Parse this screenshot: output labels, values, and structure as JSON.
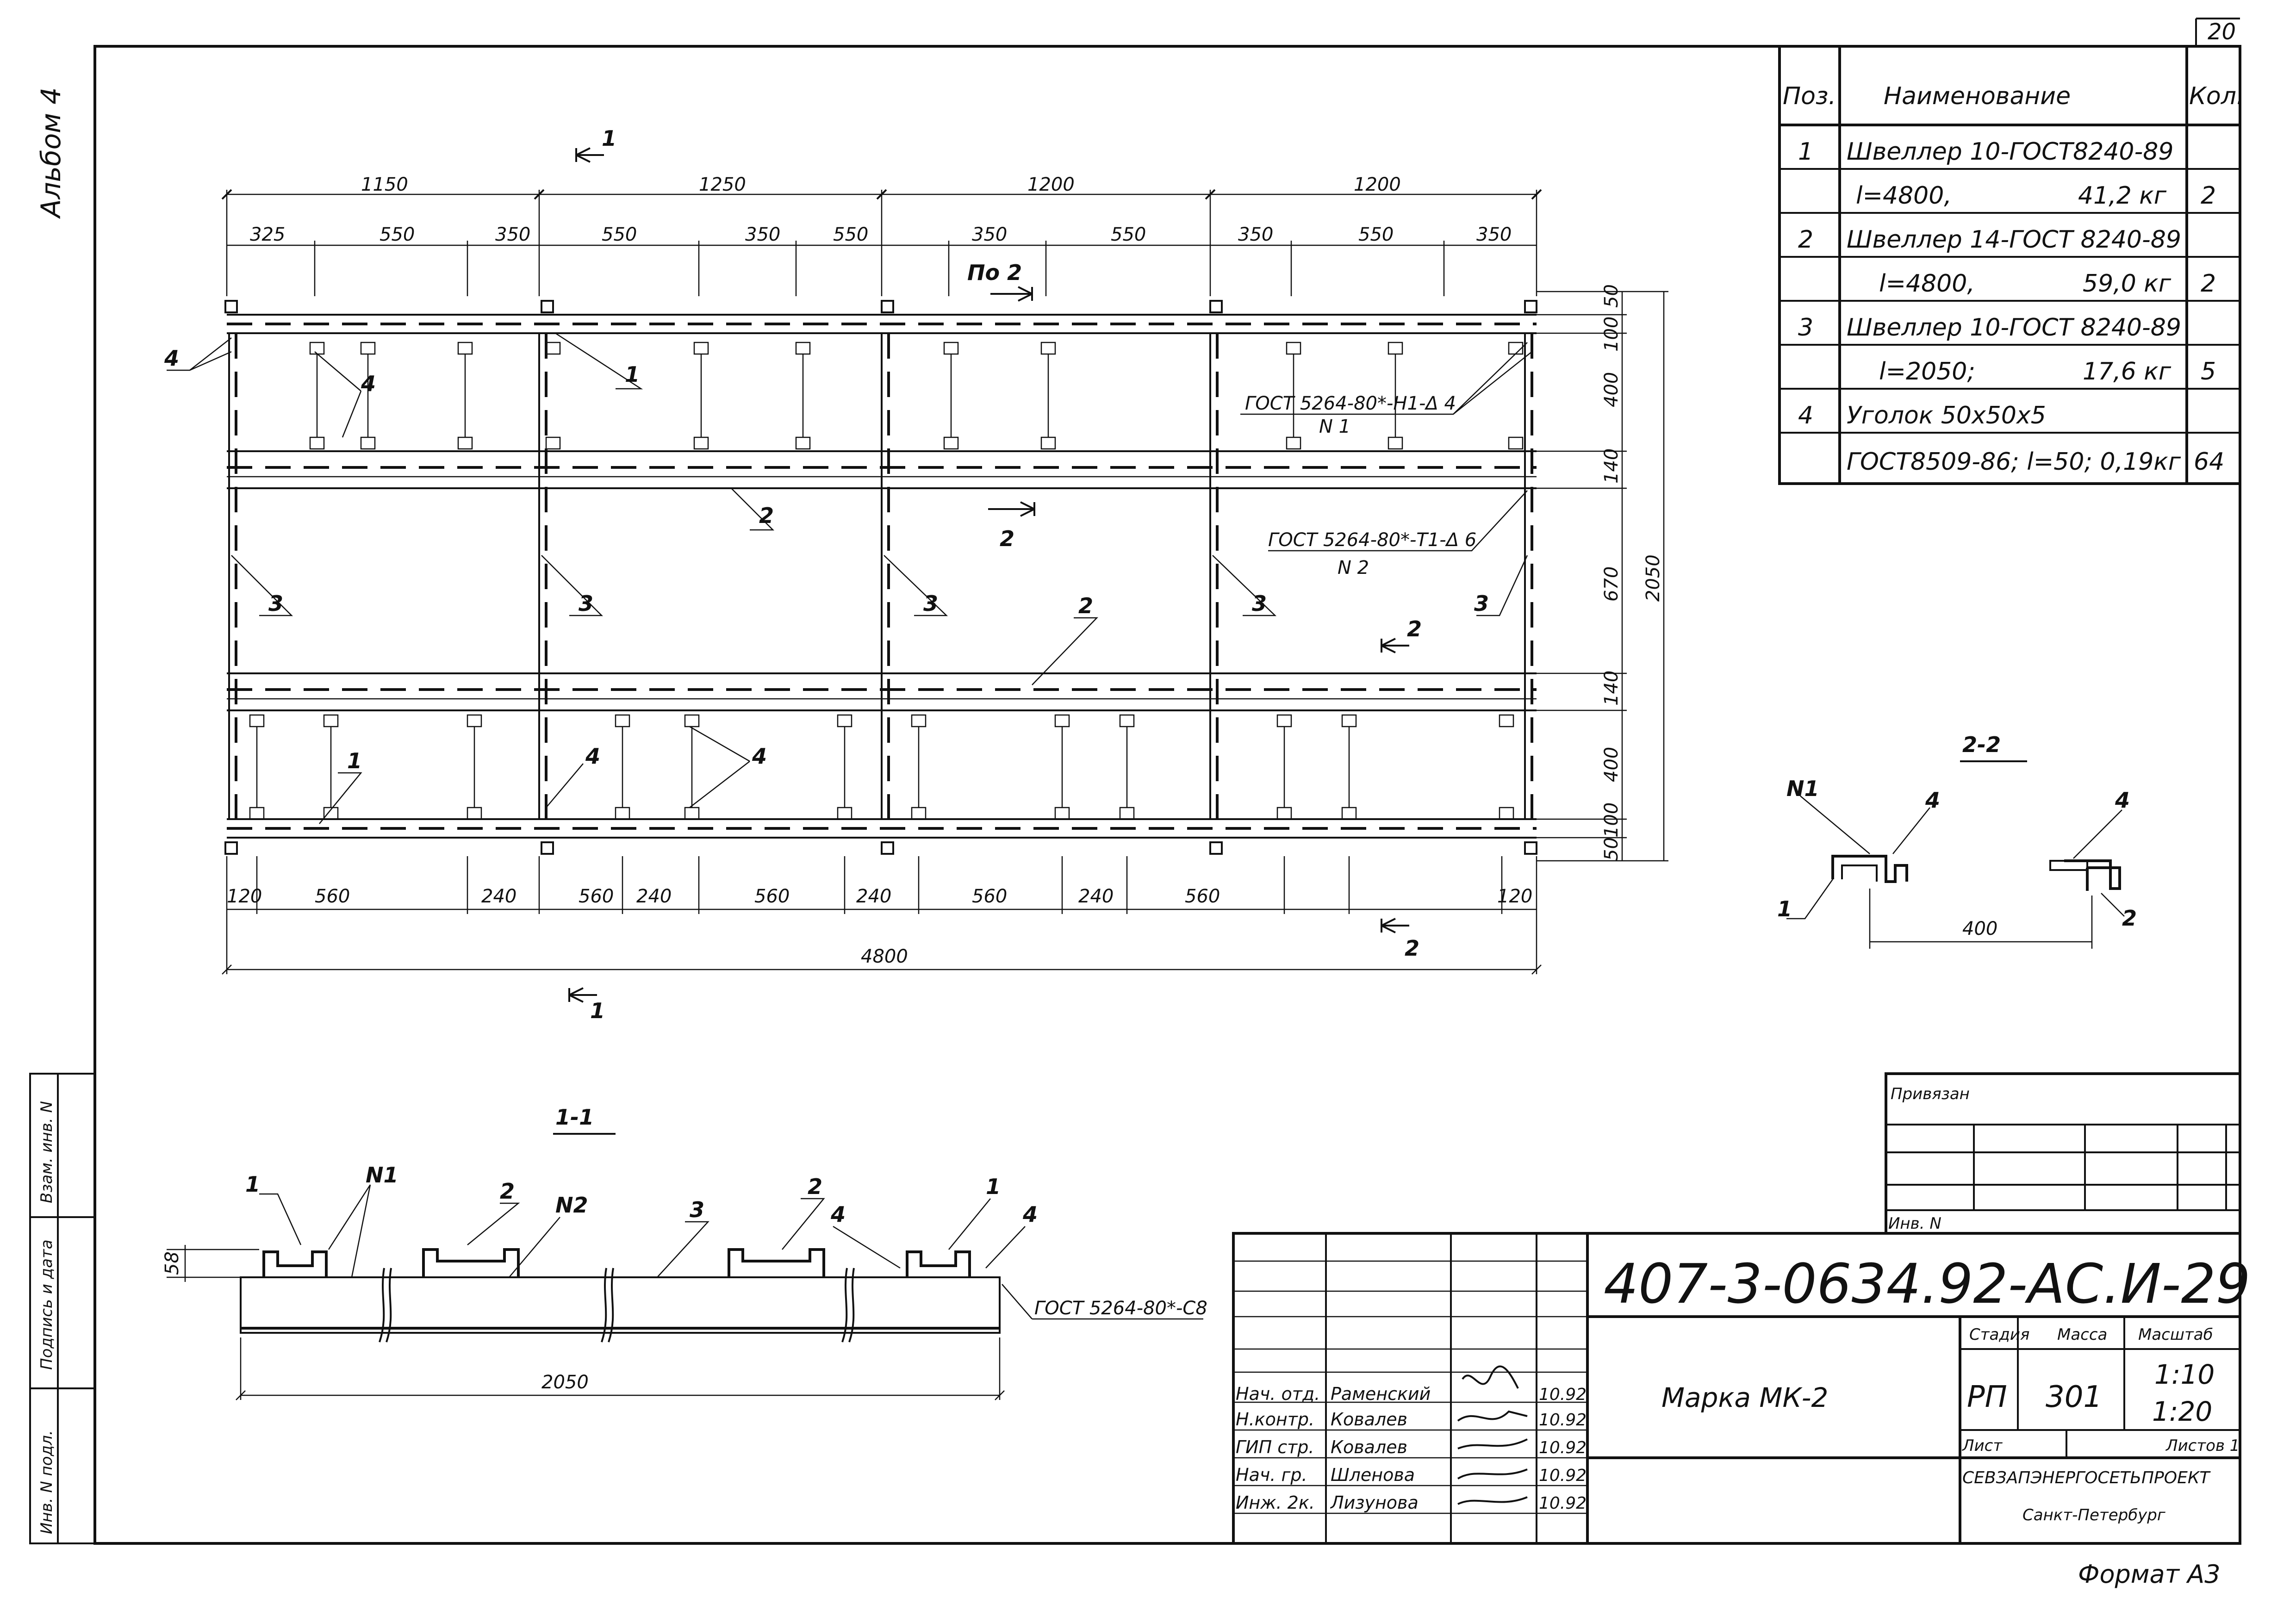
{
  "album_label": "Альбом 4",
  "sheet_number": "20",
  "format": "Формат А3",
  "left_strip": [
    "Взам. инв. N",
    "Подпись и дата",
    "Инв. N подл."
  ],
  "spec": {
    "headers": [
      "Поз.",
      "Наименование",
      "Кол."
    ],
    "rows": [
      {
        "pos": "1",
        "name": "Швеллер 10-ГОСТ8240-89",
        "qty": ""
      },
      {
        "pos": "",
        "name": "l=4800,",
        "weight": "41,2 кг",
        "qty": "2"
      },
      {
        "pos": "2",
        "name": "Швеллер 14-ГОСТ 8240-89",
        "qty": ""
      },
      {
        "pos": "",
        "name": "l=4800,",
        "weight": "59,0 кг",
        "qty": "2"
      },
      {
        "pos": "3",
        "name": "Швеллер 10-ГОСТ 8240-89",
        "qty": ""
      },
      {
        "pos": "",
        "name": "l=2050;",
        "weight": "17,6 кг",
        "qty": "5"
      },
      {
        "pos": "4",
        "name": "Уголок 50х50х5",
        "qty": ""
      },
      {
        "pos": "",
        "name": "ГОСТ8509-86; l=50; 0,19кг",
        "qty": "64"
      }
    ]
  },
  "plan": {
    "top_dims_1": [
      "1150",
      "1250",
      "1200",
      "1200"
    ],
    "top_dims_2": [
      "325",
      "550",
      "350",
      "550",
      "350",
      "550",
      "350",
      "550",
      "350",
      "550",
      "350"
    ],
    "bottom_dims": [
      "120",
      "560",
      "240",
      "560",
      "240",
      "560",
      "240",
      "560",
      "240",
      "560",
      "120"
    ],
    "total_dim": "4800",
    "right_dims": [
      "50",
      "100",
      "400",
      "140",
      "670",
      "140",
      "400",
      "100",
      "50"
    ],
    "right_total": "2050",
    "weld_note_1": "ГОСТ 5264-80*-Н1-Δ 4",
    "weld_mark_1": "N 1",
    "weld_note_2": "ГОСТ 5264-80*-Т1-Δ 6",
    "weld_mark_2": "N 2",
    "view_label": "По 2",
    "section_marks": [
      "1",
      "1",
      "2",
      "2",
      "2"
    ],
    "pos_labels": [
      "4",
      "4",
      "1",
      "2",
      "3",
      "3",
      "3",
      "3",
      "3",
      "2",
      "1",
      "4",
      "4",
      "4"
    ]
  },
  "section_11": {
    "title": "1-1",
    "height_dim": "58",
    "width_dim": "2050",
    "weld_note": "ГОСТ 5264-80*-С8",
    "labels": [
      "1",
      "N1",
      "2",
      "N2",
      "3",
      "2",
      "4",
      "1",
      "4"
    ]
  },
  "section_22": {
    "title": "2-2",
    "dim": "400",
    "labels": [
      "N1",
      "4",
      "1",
      "4",
      "2"
    ]
  },
  "title_block": {
    "privyazan": "Привязан",
    "inv": "Инв. N",
    "code": "407-3-0634.92-АС.И-29",
    "name": "Марка МК-2",
    "stage_h": "Стадия",
    "mass_h": "Масса",
    "scale_h": "Масштаб",
    "stage": "РП",
    "mass": "301",
    "scale": "1:10\n1:20",
    "sheet_h": "Лист",
    "sheets_h": "Листов 1",
    "org": "СЕВЗАПЭНЕРГОСЕТЬПРОЕКТ",
    "city": "Санкт-Петербург",
    "staff": [
      {
        "role": "Нач. отд.",
        "name": "Раменский",
        "date": "10.92"
      },
      {
        "role": "Н.контр.",
        "name": "Ковалев",
        "date": "10.92"
      },
      {
        "role": "ГИП стр.",
        "name": "Ковалев",
        "date": "10.92"
      },
      {
        "role": "Нач. гр.",
        "name": "Шленова",
        "date": "10.92"
      },
      {
        "role": "Инж. 2к.",
        "name": "Лизунова",
        "date": "10.92"
      }
    ]
  }
}
